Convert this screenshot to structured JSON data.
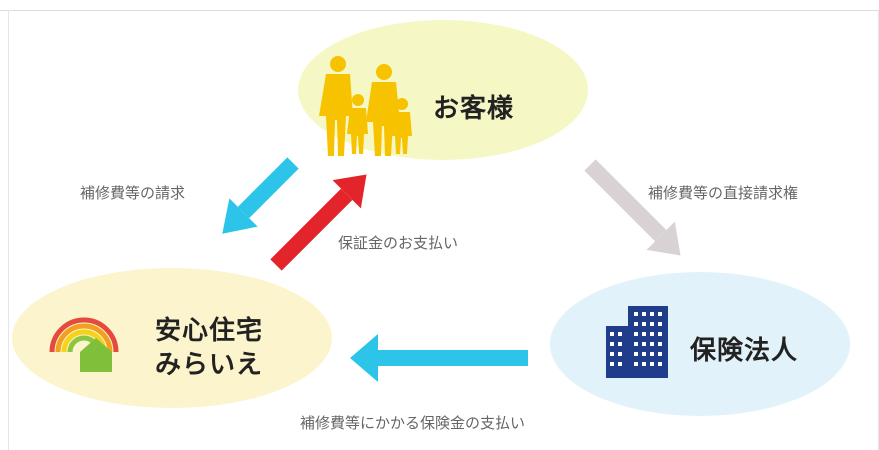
{
  "nodes": {
    "customer": {
      "label": "お客様",
      "color": "#f5f7c5"
    },
    "company": {
      "line1": "安心住宅",
      "line2": "みらいえ",
      "color": "#fbf4cc"
    },
    "insurer": {
      "label": "保険法人",
      "color": "#e2f2fa"
    }
  },
  "edges": {
    "repair_claim": {
      "label": "補修費等の請求",
      "color": "#2cc4e8"
    },
    "guarantee_payment": {
      "label": "保証金のお支払い",
      "color": "#e3242b"
    },
    "direct_claim_right": {
      "label": "補修費等の直接請求権",
      "color": "#d9d2d4"
    },
    "insurance_payment": {
      "label": "補修費等にかかる保険金の支払い",
      "color": "#2cc4e8"
    }
  },
  "icons": {
    "family": "family-icon",
    "logo": "rainbow-house-logo",
    "building": "office-building-icon"
  }
}
